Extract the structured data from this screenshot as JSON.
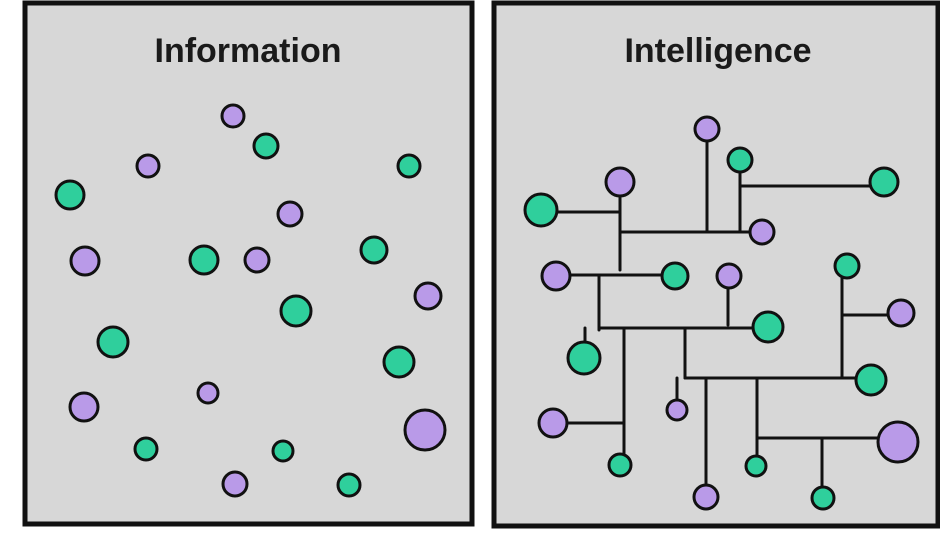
{
  "panels": [
    {
      "title": "Information"
    },
    {
      "title": "Intelligence"
    }
  ],
  "colors": {
    "background": "#d7d7d7",
    "border": "#111111",
    "teal_dot": "#2fcf9c",
    "purple_dot": "#b99ae8",
    "outline": "#111111"
  },
  "legend_meaning": {
    "teal": "teal-node",
    "purple": "purple-node"
  }
}
